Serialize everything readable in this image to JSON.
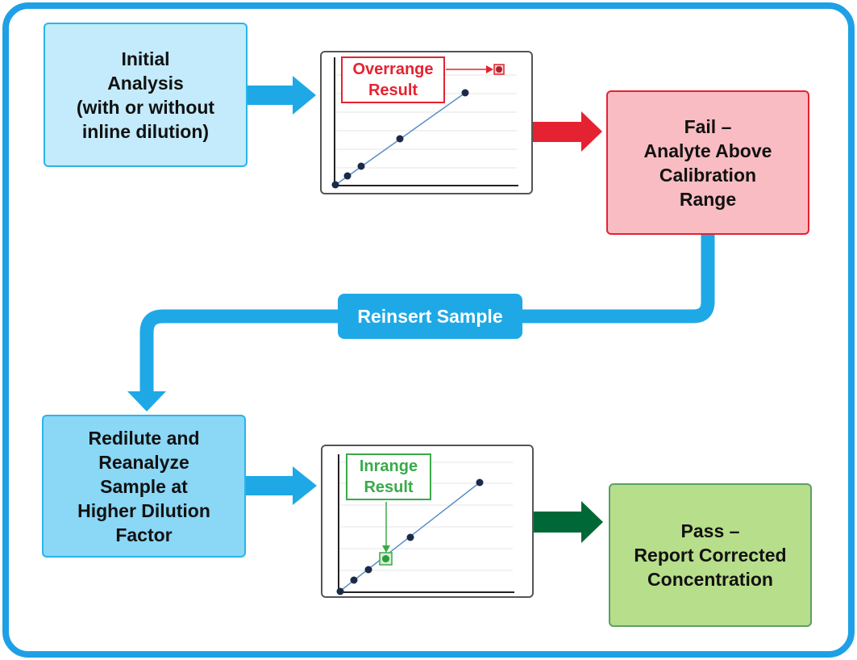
{
  "steps": {
    "initial": "Initial\nAnalysis\n(with or without\ninline dilution)",
    "fail": "Fail –\nAnalyte Above\nCalibration\nRange",
    "redilute": "Redilute and\nReanalyze\nSample at\nHigher Dilution\nFactor",
    "pass": "Pass –\nReport Corrected\nConcentration"
  },
  "loop_label": "Reinsert Sample",
  "plots": {
    "overrange_callout": "Overrange\nResult",
    "inrange_callout": "Inrange\nResult"
  },
  "colors": {
    "frame": "#1ea0e6",
    "flow_arrow": "#1ea9e6",
    "fail_arrow": "#e52231",
    "pass_arrow": "#006837",
    "overrange": "#e52231",
    "inrange": "#3aaa4a",
    "point": "#1b2a4a",
    "fit_line": "#5b8fc7"
  }
}
